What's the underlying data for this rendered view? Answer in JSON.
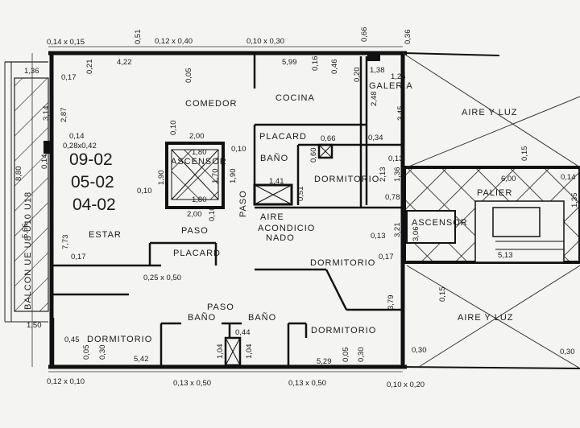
{
  "rooms": {
    "comedor": "COMEDOR",
    "cocina": "COCINA",
    "estar": "ESTAR",
    "paso_1": "PASO",
    "paso_2": "PASO",
    "paso_3": "PASO",
    "ascensor": "ASCENSOR",
    "ascensor_right": "ASCENSOR",
    "placard_1": "PLACARD",
    "placard_2": "PLACARD",
    "bano_1": "BAÑO",
    "bano_2": "BAÑO",
    "bano_3": "BAÑO",
    "dormitorio_1": "DORMITORIO",
    "dormitorio_2": "DORMITORIO",
    "dormitorio_3": "DORMITORIO",
    "dormitorio_4": "DORMITORIO",
    "aire": "AIRE",
    "acondicionado_1": "ACONDICIO",
    "acondicionado_2": "NADO",
    "galeria": "GALERIA",
    "aire_luz_1": "AIRE Y LUZ",
    "aire_luz_2": "AIRE Y LUZ",
    "palier": "PALIER",
    "balcon": "BALCON UE U8 U10 U18"
  },
  "units": [
    "09-02",
    "05-02",
    "04-02"
  ],
  "dims": {
    "d014x015": "0,14 x 0,15",
    "d051": "0,51",
    "d012x040": "0,12 x 0,40",
    "d010x030": "0,10 x 0,30",
    "d066": "0,66",
    "d036": "0,36",
    "d422": "4,22",
    "d599": "5,99",
    "d021": "0,21",
    "d005a": "0,05",
    "d016": "0,16",
    "d046": "0,46",
    "d020": "0,20",
    "d138": "1,38",
    "d125": "1,25",
    "d136a": "1,36",
    "d017a": "0,17",
    "d287": "2,87",
    "d314": "3,14",
    "d248": "2,48",
    "d345": "3,45",
    "d014a": "0,14",
    "d028x042": "0,28x0,42",
    "d880": "8,80",
    "d014b": "0,14",
    "d010a": "0,10",
    "d200": "2,00",
    "d180a": "1,80",
    "d010b": "0,10",
    "d170": "1,70",
    "d190a": "1,90",
    "d190b": "1,90",
    "d180b": "1,80",
    "d010c": "0,10",
    "d200b": "2,00",
    "d010d": "0,10",
    "d066b": "0,66",
    "d034": "0,34",
    "d060": "0,60",
    "d141": "1,41",
    "d051b": "0,51",
    "d213": "2,13",
    "d013a": "0,13",
    "d136b": "1,36",
    "d078": "0,78",
    "d566": "5,66",
    "d773": "7,73",
    "d017b": "0,17",
    "d321": "3,21",
    "d013b": "0,13",
    "d017c": "0,17",
    "d025x050": "0,25 x 0,50",
    "d379": "3,79",
    "d150": "1,50",
    "d045": "0,45",
    "d005b": "0,05",
    "d030a": "0,30",
    "d542": "5,42",
    "d044": "0,44",
    "d104a": "1,04",
    "d104b": "1,04",
    "d529": "5,29",
    "d005c": "0,05",
    "d030b": "0,30",
    "d030c": "0,30",
    "d030d": "0,30",
    "d012x010": "0,12 x 0,10",
    "d013x050a": "0,13 x 0,50",
    "d013x050b": "0,13 x 0,50",
    "d010x020": "0,10 x 0,20",
    "d015": "0,15",
    "d600": "6,00",
    "d014c": "0,14",
    "d135": "1,35",
    "d306": "3,06",
    "d513": "5,13",
    "d015b": "0,15"
  }
}
